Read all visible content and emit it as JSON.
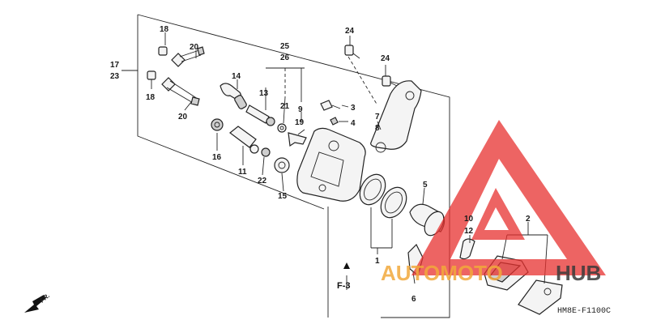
{
  "diagram": {
    "callouts": [
      {
        "id": "c18a",
        "text": "18"
      },
      {
        "id": "c20a",
        "text": "20"
      },
      {
        "id": "c17",
        "text": "17"
      },
      {
        "id": "c23",
        "text": "23"
      },
      {
        "id": "c18b",
        "text": "18"
      },
      {
        "id": "c20b",
        "text": "20"
      },
      {
        "id": "c14",
        "text": "14"
      },
      {
        "id": "c25",
        "text": "25"
      },
      {
        "id": "c26",
        "text": "26"
      },
      {
        "id": "c13",
        "text": "13"
      },
      {
        "id": "c21",
        "text": "21"
      },
      {
        "id": "c9",
        "text": "9"
      },
      {
        "id": "c19",
        "text": "19"
      },
      {
        "id": "c24a",
        "text": "24"
      },
      {
        "id": "c24b",
        "text": "24"
      },
      {
        "id": "c3",
        "text": "3"
      },
      {
        "id": "c4",
        "text": "4"
      },
      {
        "id": "c7",
        "text": "7"
      },
      {
        "id": "c8",
        "text": "8"
      },
      {
        "id": "c16",
        "text": "16"
      },
      {
        "id": "c11",
        "text": "11"
      },
      {
        "id": "c22",
        "text": "22"
      },
      {
        "id": "c15",
        "text": "15"
      },
      {
        "id": "c5",
        "text": "5"
      },
      {
        "id": "c1",
        "text": "1"
      },
      {
        "id": "c10",
        "text": "10"
      },
      {
        "id": "c12",
        "text": "12"
      },
      {
        "id": "c2",
        "text": "2"
      },
      {
        "id": "c6",
        "text": "6"
      }
    ],
    "section_ref": "F-3",
    "direction_label": "FR.",
    "diagram_code": "HM8E-F1100C"
  },
  "watermark": {
    "brand_left": "AUTOMOTO",
    "brand_right": "HUB",
    "colors": {
      "triangle": "#e8312f",
      "brand_left": "#f2a93b",
      "brand_right": "#3a3a3a"
    }
  },
  "icons": {
    "direction_arrow": "arrow-left-down-icon"
  }
}
